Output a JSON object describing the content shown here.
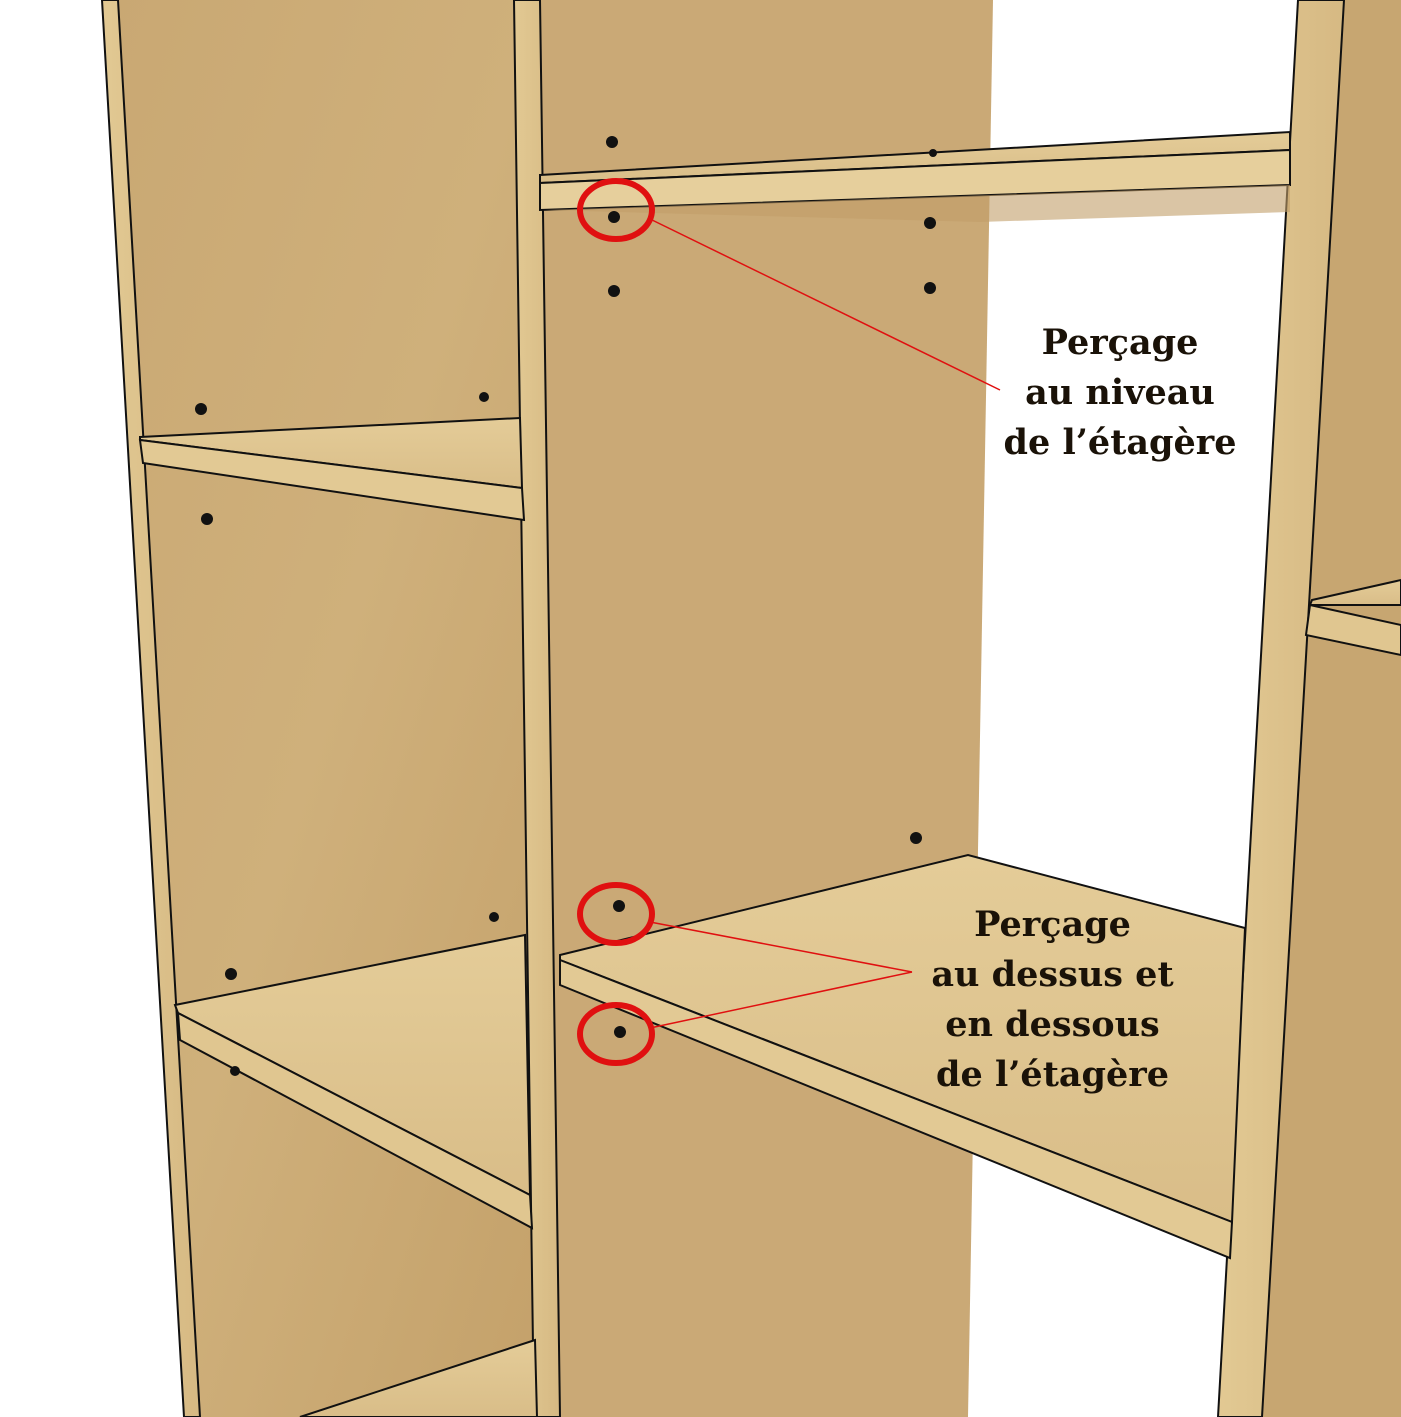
{
  "colors": {
    "wood": "#ceae78",
    "wood_light": "#e0c892",
    "wood_dark": "#b8955e",
    "edge": "#111111",
    "annotation": "#e01010"
  },
  "annotations": {
    "top": {
      "lines": [
        "Perçage",
        "au niveau",
        "de l’étagère"
      ]
    },
    "bottom": {
      "lines": [
        "Perçage",
        "au dessus et",
        "en dessous",
        "de l’étagère"
      ]
    }
  },
  "icons": [
    "drill-hole-marker-icon"
  ]
}
